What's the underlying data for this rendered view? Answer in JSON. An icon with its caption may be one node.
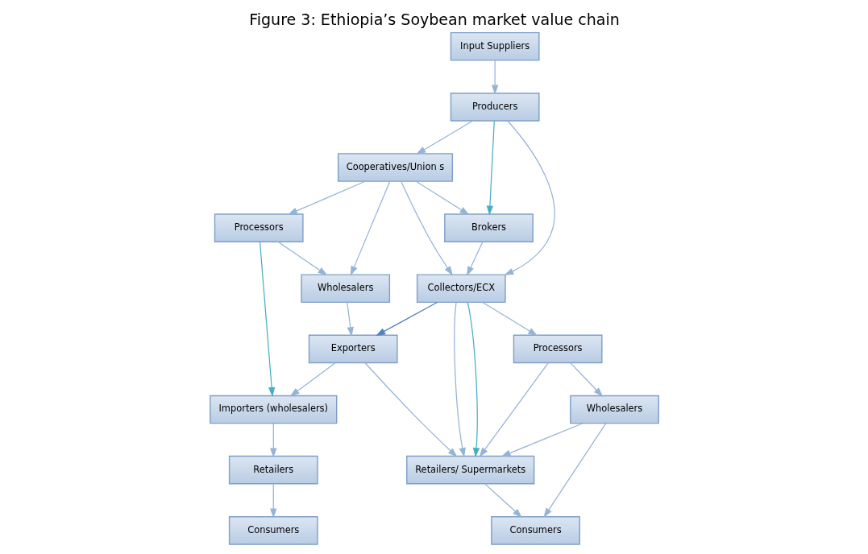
{
  "diagram": {
    "title": "Figure 3: Ethiopia’s Soybean market value chain",
    "nodes": [
      {
        "text": [
          "Input Suppliers"
        ]
      },
      {
        "text": [
          "Producers"
        ]
      },
      {
        "text": [
          "Cooperatives/Union s"
        ]
      },
      {
        "text": [
          "Processors"
        ]
      },
      {
        "text": [
          "Brokers"
        ]
      },
      {
        "text": [
          "Wholesalers"
        ]
      },
      {
        "text": [
          "Collectors/ECX"
        ]
      },
      {
        "text": [
          "Exporters"
        ]
      },
      {
        "text": [
          "Importers (wholesalers)"
        ]
      },
      {
        "text": [
          "Retailers"
        ]
      },
      {
        "text": [
          "Processors"
        ]
      },
      {
        "text": [
          "Retailers/ Supermarkets"
        ]
      },
      {
        "text": [
          "Consumers"
        ]
      },
      {
        "text": [
          "Wholesalers"
        ]
      },
      {
        "text": [
          "Consumers"
        ]
      }
    ],
    "edges": [
      {
        "from": 0,
        "to": 1,
        "arrow": "to"
      },
      {
        "from": 1,
        "to": 2,
        "arrow": "to"
      },
      {
        "from": 2,
        "to": 3,
        "arrow": "to"
      },
      {
        "from": 1,
        "to": 4,
        "arrow": "to",
        "color": "#4bacc6"
      },
      {
        "from": 1,
        "to": 6,
        "arrow": "to"
      },
      {
        "from": 2,
        "to": 4,
        "arrow": "to"
      },
      {
        "from": 2,
        "to": 5,
        "arrow": "to"
      },
      {
        "from": 2,
        "to": 6,
        "arrow": "to"
      },
      {
        "from": 3,
        "to": 5,
        "arrow": "to"
      },
      {
        "from": 3,
        "to": 8,
        "arrow": "to",
        "color": "#4bacc6"
      },
      {
        "from": 4,
        "to": 6,
        "arrow": "to"
      },
      {
        "from": 5,
        "to": 7,
        "arrow": "to"
      },
      {
        "from": 6,
        "to": 7,
        "arrow": "to",
        "color": "#4f81bd"
      },
      {
        "from": 6,
        "to": 11,
        "arrow": "to"
      },
      {
        "from": 6,
        "to": 11,
        "arrow": "to",
        "color": "#4bacc6"
      },
      {
        "from": 6,
        "to": 10,
        "arrow": "to"
      },
      {
        "from": 7,
        "to": 8,
        "arrow": "to"
      },
      {
        "from": 7,
        "to": 11,
        "arrow": "to"
      },
      {
        "from": 8,
        "to": 9,
        "arrow": "to"
      },
      {
        "from": 9,
        "to": 12,
        "arrow": "to"
      },
      {
        "from": 10,
        "to": 11,
        "arrow": "to"
      },
      {
        "from": 10,
        "to": 13,
        "arrow": "to"
      },
      {
        "from": 13,
        "to": 11,
        "arrow": "to"
      },
      {
        "from": 13,
        "to": 14,
        "arrow": "to"
      },
      {
        "from": 11,
        "to": 14,
        "arrow": "to"
      }
    ]
  }
}
